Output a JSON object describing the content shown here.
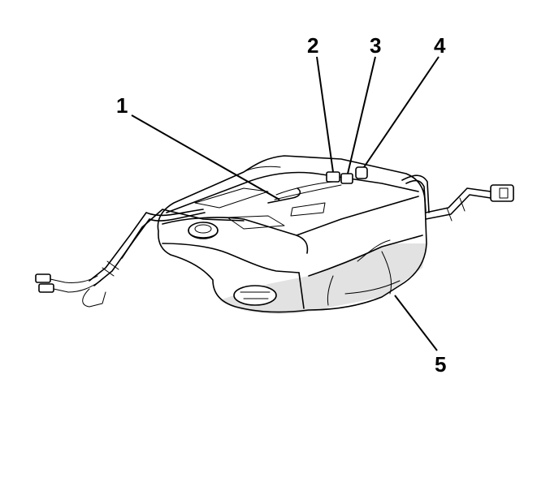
{
  "callouts": [
    {
      "id": "1",
      "label": "1"
    },
    {
      "id": "2",
      "label": "2"
    },
    {
      "id": "3",
      "label": "3"
    },
    {
      "id": "4",
      "label": "4"
    },
    {
      "id": "5",
      "label": "5"
    }
  ],
  "colors": {
    "ink": "#000000",
    "background": "#ffffff",
    "shade": "#e2e2e2"
  }
}
